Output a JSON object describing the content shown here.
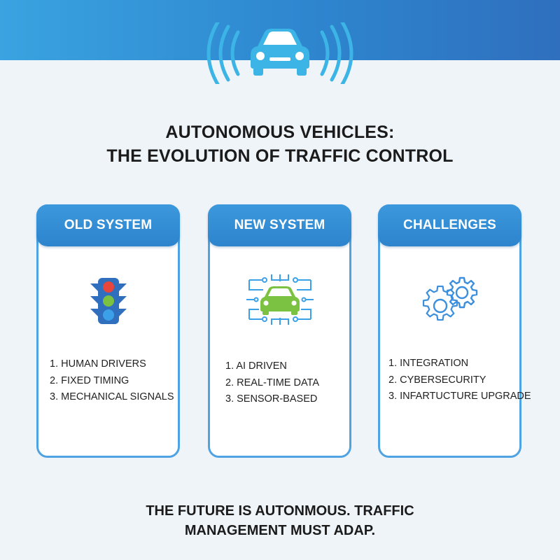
{
  "header": {
    "accent_color": "#3498db",
    "icon": "autonomous-car-signal-icon"
  },
  "title": {
    "line1": "AUTONOMOUS VEHICLES:",
    "line2": "THE EVOLUTION OF TRAFFIC CONTROL"
  },
  "cards": [
    {
      "heading": "OLD SYSTEM",
      "icon": "traffic-light-icon",
      "items": [
        "1. HUMAN DRIVERS",
        "2. FIXED TIMING",
        "3. MECHANICAL SIGNALS"
      ]
    },
    {
      "heading": "NEW SYSTEM",
      "icon": "connected-car-icon",
      "items": [
        "1. AI DRIVEN",
        "2. REAL-TIME DATA",
        "3. SENSOR-BASED"
      ]
    },
    {
      "heading": "CHALLENGES",
      "icon": "gears-icon",
      "items": [
        "1. INTEGRATION",
        "2. CYBERSECURITY",
        "3. INFARTUCTURE UPGRADE"
      ]
    }
  ],
  "footer": {
    "line1": "THE FUTURE IS AUTONMOUS. TRAFFIC",
    "line2": "MANAGEMENT MUST ADAP."
  }
}
